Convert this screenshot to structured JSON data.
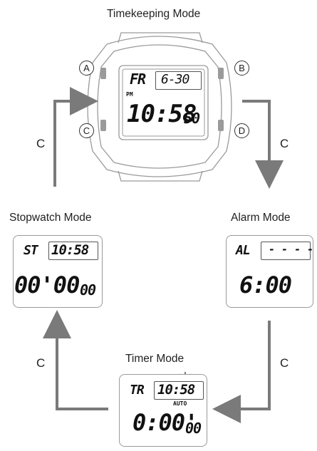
{
  "titles": {
    "timekeeping": "Timekeeping Mode",
    "stopwatch": "Stopwatch Mode",
    "alarm": "Alarm Mode",
    "timer": "Timer Mode"
  },
  "arrow_labels": [
    "C",
    "C",
    "C",
    "C"
  ],
  "buttons": [
    "A",
    "B",
    "C",
    "D"
  ],
  "timekeeping_display": {
    "day": "FR",
    "date": "6-30",
    "pm": "PM",
    "hour_min": "10:58",
    "seconds": "50"
  },
  "stopwatch_display": {
    "mode": "ST",
    "time": "10:58",
    "main": "00'00",
    "fraction": "00"
  },
  "alarm_display": {
    "mode": "AL",
    "value": "- - - -",
    "main": "6:00"
  },
  "timer_display": {
    "mode": "TR",
    "time": "10:58",
    "auto": "AUTO",
    "main": "0:00'",
    "fraction": "00"
  },
  "colors": {
    "arrow": "#7a7a7a",
    "outline": "#9a9a9a",
    "lcd": "#111111"
  }
}
